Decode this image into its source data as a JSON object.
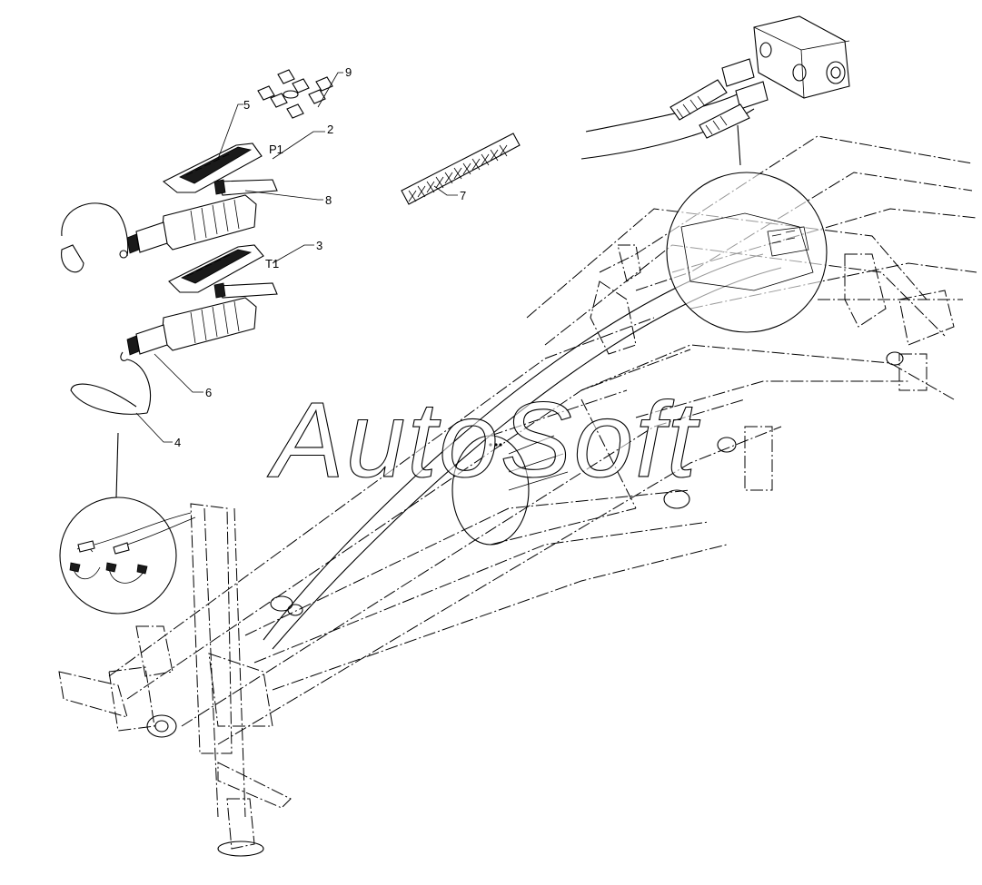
{
  "watermark": {
    "text": "AutoSoft"
  },
  "callouts": [
    {
      "id": "9",
      "text": "9"
    },
    {
      "id": "5",
      "text": "5"
    },
    {
      "id": "2",
      "text": "2"
    },
    {
      "id": "P1",
      "text": "P1"
    },
    {
      "id": "8",
      "text": "8"
    },
    {
      "id": "7",
      "text": "7"
    },
    {
      "id": "3",
      "text": "3"
    },
    {
      "id": "T1",
      "text": "T1"
    },
    {
      "id": "6",
      "text": "6"
    },
    {
      "id": "4",
      "text": "4"
    }
  ]
}
